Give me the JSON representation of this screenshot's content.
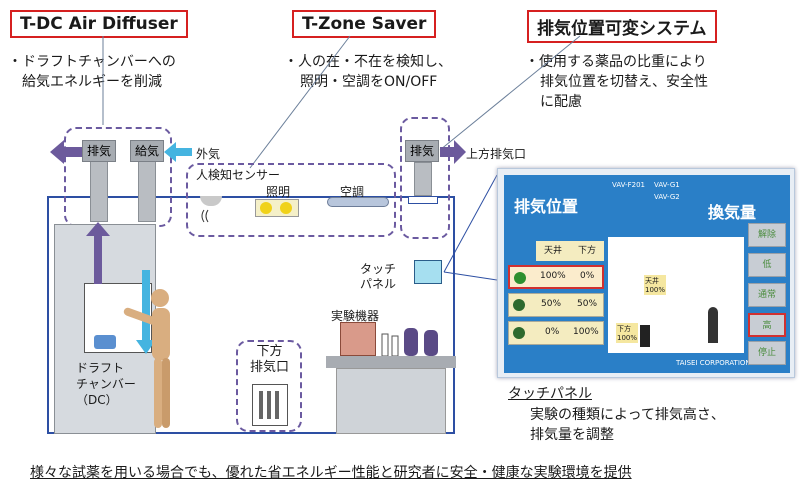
{
  "sections": {
    "diffuser": {
      "title": "T-DC Air Diffuser",
      "lines": [
        "・ドラフトチャンバーへの",
        "給気エネルギーを削減"
      ]
    },
    "zone": {
      "title": "T-Zone Saver",
      "lines": [
        "・人の在・不在を検知し、",
        "照明・空調をON/OFF"
      ]
    },
    "exhaust": {
      "title": "排気位置可変システム",
      "lines": [
        "・使用する薬品の比重により",
        "排気位置を切替え、安全性",
        "に配慮"
      ]
    }
  },
  "labels": {
    "exhaust_duct": "排気",
    "supply_duct": "給気",
    "outside_air": "外気",
    "right_duct": "排気",
    "upper_exhaust": "上方排気口",
    "sensor": "人検知センサー",
    "lighting": "照明",
    "aircon": "空調",
    "touch_panel": "タッチ\nパネル",
    "lab_equipment": "実験機器",
    "lower_exhaust": "下方\n排気口",
    "draft_chamber": "ドラフト\nチャンバー\n（DC）"
  },
  "screen": {
    "header_title": "排気位置",
    "header_right": "換気量",
    "columns": [
      "天井",
      "下方"
    ],
    "rows": [
      {
        "upper": "100%",
        "lower": "0%"
      },
      {
        "upper": "50%",
        "lower": "50%"
      },
      {
        "upper": "0%",
        "lower": "100%"
      }
    ],
    "side_buttons": [
      "解除",
      "低",
      "通常",
      "高",
      "停止"
    ],
    "tag_upper": "天井\n100%",
    "tag_lower": "下方\n100%",
    "corp": "TAISEI CORPORATION",
    "top_labels": [
      "VAV-F201",
      "VAV-G1",
      "VAV-G2"
    ]
  },
  "touch_caption": {
    "title": "タッチパネル",
    "lines": [
      "実験の種類によって排気高さ、",
      "排気量を調整"
    ]
  },
  "footer": "様々な試薬を用いる場合でも、優れた省エネルギー性能と研究者に安全・健康な実験環境を提供"
}
